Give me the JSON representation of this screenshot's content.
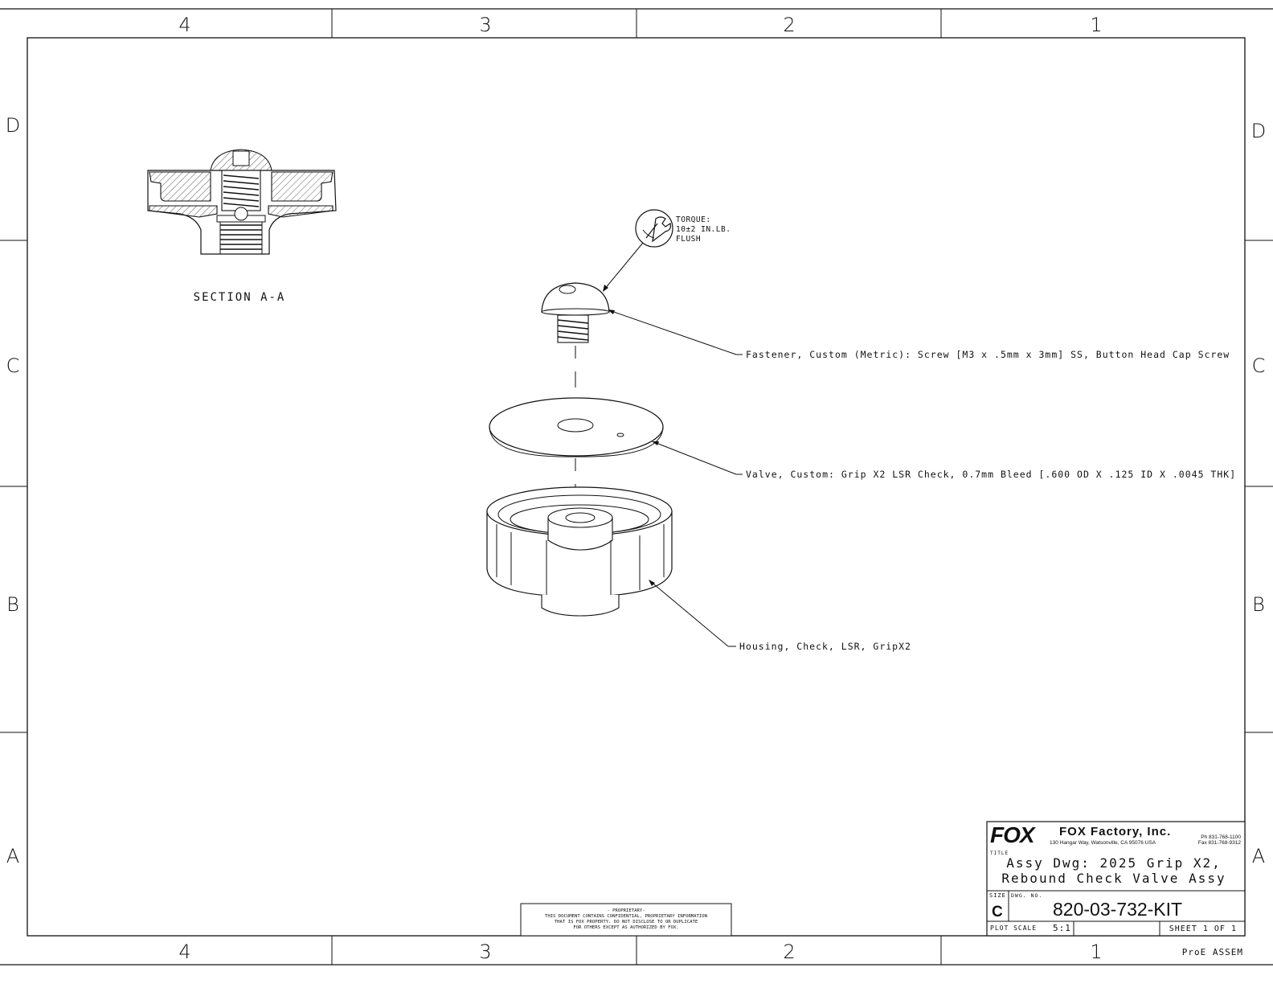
{
  "zones": {
    "columns": [
      "4",
      "3",
      "2",
      "1"
    ],
    "rows": [
      "D",
      "C",
      "B",
      "A"
    ]
  },
  "section_label": "SECTION A-A",
  "torque_note": {
    "line1": "TORQUE:",
    "line2": "10±2 IN.LB.",
    "line3": "FLUSH"
  },
  "callouts": {
    "fastener": "Fastener, Custom (Metric): Screw [M3 x .5mm x 3mm] SS, Button Head Cap Screw",
    "valve": "Valve, Custom: Grip X2 LSR Check, 0.7mm Bleed [.600 OD X .125 ID X .0045 THK]",
    "housing": "Housing, Check, LSR, GripX2"
  },
  "proprietary": {
    "line1": "- PROPRIETARY-",
    "line2": "THIS DOCUMENT CONTAINS CONFIDENTIAL, PROPRIETARY INFORMATION",
    "line3": "THAT IS FOX PROPERTY.  DO NOT DISCLOSE TO OR DUPLICATE",
    "line4": "FOR OTHERS EXCEPT AS AUTHORIZED BY FOX."
  },
  "title_block": {
    "logo": "FOX",
    "company": "FOX Factory, Inc.",
    "address": "130 Hangar Way, Watsonville, CA 95076 USA",
    "phone": "Ph 831-768-1100",
    "fax": "Fax 831-768-9312",
    "title_label": "TITLE",
    "title_line1": "Assy Dwg: 2025 Grip X2,",
    "title_line2": "Rebound Check Valve Assy",
    "size_label": "SIZE",
    "size": "C",
    "dwg_no_label": "DWG. NO.",
    "dwg_no": "820-03-732-KIT",
    "plot_scale_label": "PLOT SCALE",
    "plot_scale": "5:1",
    "sheet": "SHEET 1 OF 1",
    "footer": "ProE ASSEM"
  }
}
